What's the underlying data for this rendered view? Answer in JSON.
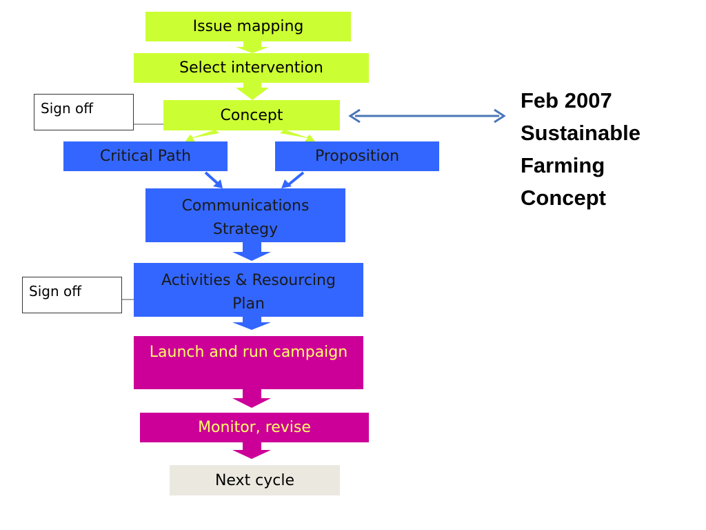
{
  "flow": {
    "issue_mapping": "Issue mapping",
    "select_intervention": "Select intervention",
    "concept": "Concept",
    "critical_path": "Critical Path",
    "proposition": "Proposition",
    "comms_strategy_line1": "Communications",
    "comms_strategy_line2": "Strategy",
    "activities_line1": "Activities & Resourcing",
    "activities_line2": "Plan",
    "launch": "Launch and run campaign",
    "monitor": "Monitor, revise",
    "next_cycle": "Next cycle"
  },
  "sign_off": [
    "Sign off",
    "Sign off"
  ],
  "note": {
    "line1": "Feb 2007",
    "line2": "Sustainable",
    "line3": "Farming",
    "line4": "Concept"
  },
  "colors": {
    "early_stage": "#ccff33",
    "planning_stage": "#3366ff",
    "execution_stage": "#cc0099",
    "final_stage": "#ebe8e0",
    "execution_text": "#ffff66",
    "link_arrow": "#4a76b8"
  }
}
